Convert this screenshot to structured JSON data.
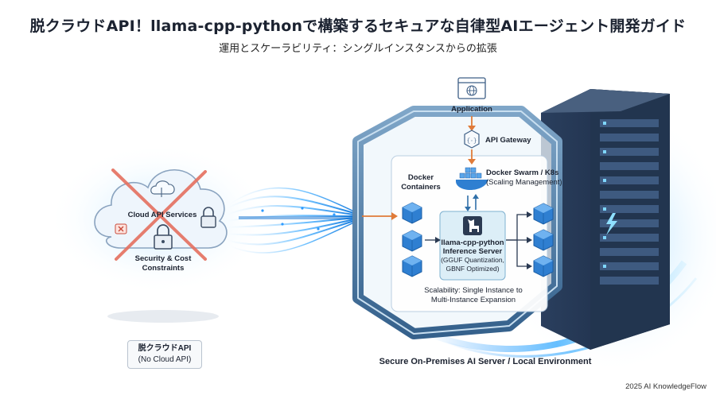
{
  "header": {
    "title": "脱クラウドAPI！llama-cpp-pythonで構築するセキュアな自律型AIエージェント開発ガイド",
    "subtitle": "運用とスケーラビリティ：シングルインスタンスからの拡張"
  },
  "cloud": {
    "services_label": "Cloud API Services",
    "constraints_line1": "Security & Cost",
    "constraints_line2": "Constraints"
  },
  "tag": {
    "line1": "脱クラウドAPI",
    "line2": "(No Cloud API)"
  },
  "architecture": {
    "application": "Application",
    "api_gateway": "API Gateway",
    "docker_containers_line1": "Docker",
    "docker_containers_line2": "Containers",
    "swarm_line1": "Docker Swarm / K8s",
    "swarm_line2": "(Scaling Management)",
    "server_line1": "llama-cpp-python",
    "server_line2": "Inference Server",
    "server_line3": "(GGUF Quantization,",
    "server_line4": "GBNF Optimized)",
    "scalability_line1": "Scalability: Single Instance to",
    "scalability_line2": "Multi-Instance Expansion",
    "environment": "Secure On-Premises AI Server / Local Environment"
  },
  "footer": {
    "credit": "2025 AI KnowledgeFlow"
  },
  "colors": {
    "cube": "#2f7fd1",
    "accent_orange": "#e07b39",
    "cross_red": "#e5705f",
    "panel_fill": "#eef6fb",
    "frame": "#3f6f9e"
  }
}
